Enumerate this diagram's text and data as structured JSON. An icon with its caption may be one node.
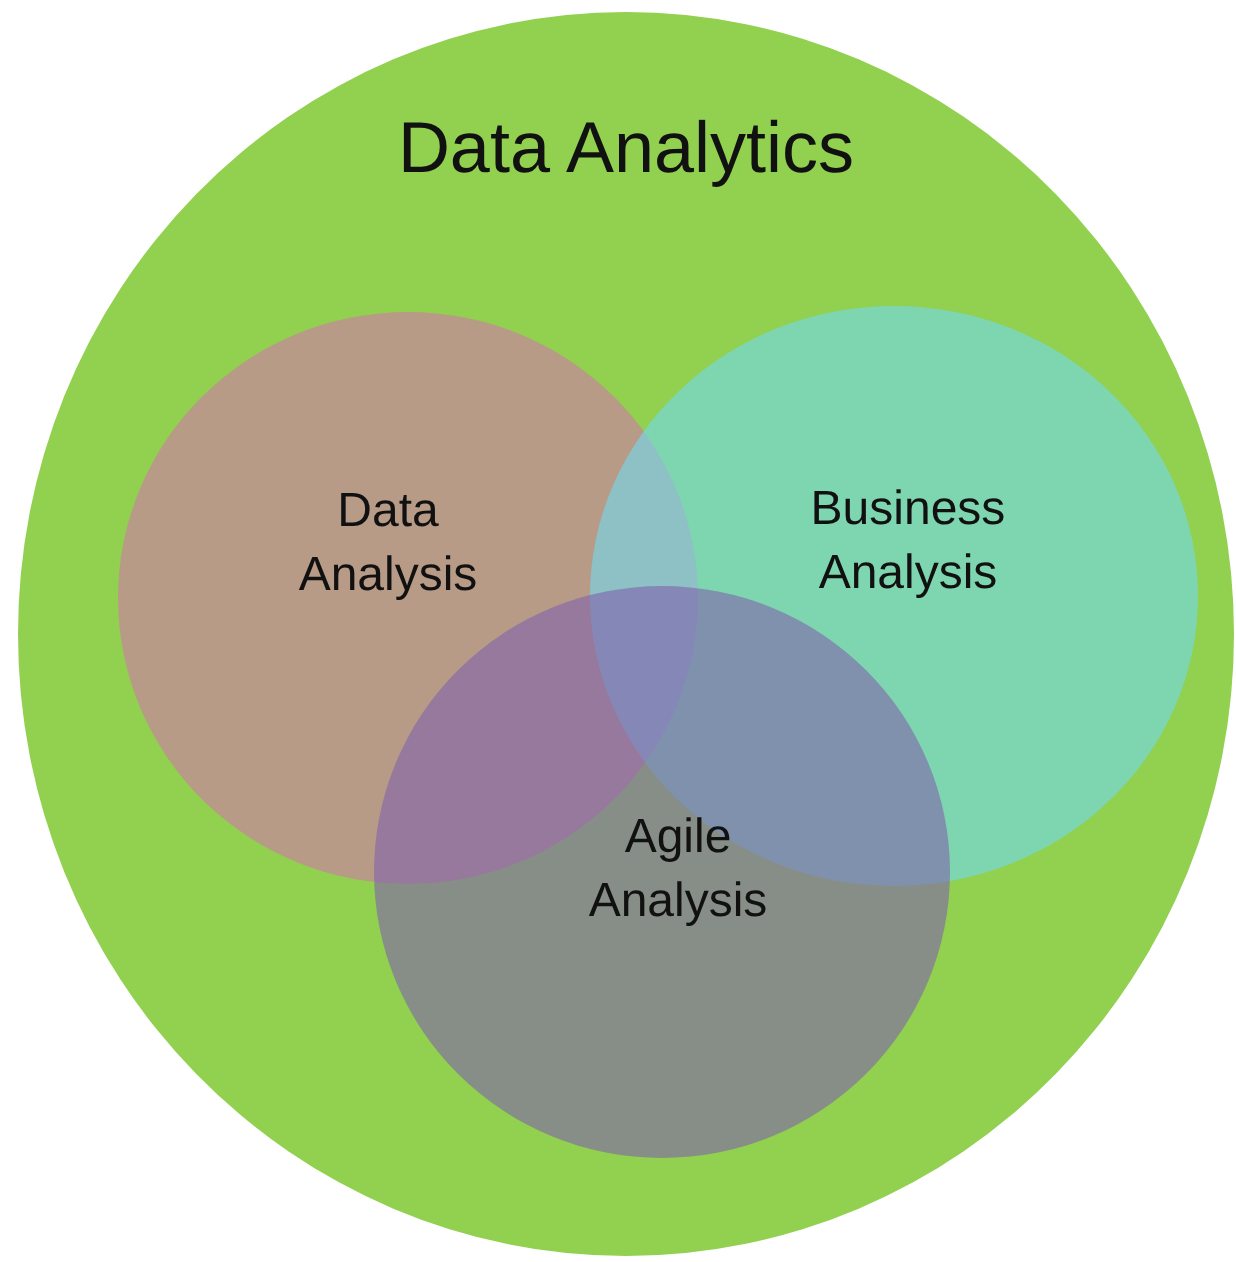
{
  "diagram": {
    "nodes": [
      {
        "text": [
          "Data Analytics"
        ]
      },
      {
        "text": [
          "Data Analysis"
        ],
        "in": 0
      },
      {
        "text": [
          "Business Analysis"
        ],
        "in": 0
      },
      {
        "text": [
          "Agile Analysis"
        ],
        "in": 0
      }
    ],
    "edges": []
  }
}
